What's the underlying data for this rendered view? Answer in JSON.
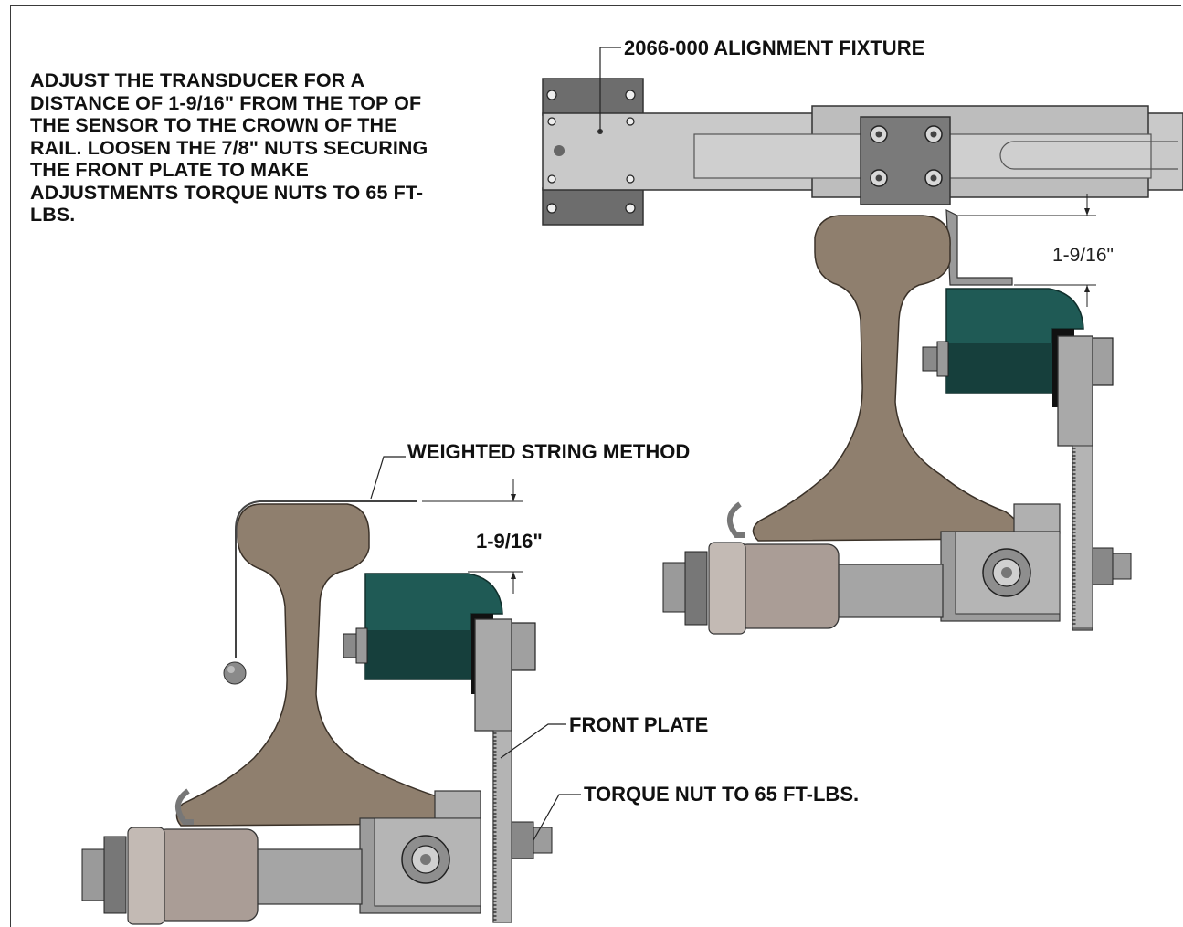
{
  "instructions": "ADJUST THE TRANSDUCER FOR A\nDISTANCE OF 1-9/16\" FROM THE TOP OF\nTHE SENSOR TO THE CROWN OF THE\nRAIL. LOOSEN THE 7/8\" NUTS SECURING\nTHE FRONT PLATE TO MAKE\nADJUSTMENTS TORQUE NUTS TO 65 FT-\nLBS.",
  "callouts": {
    "alignment_fixture": "2066-000 ALIGNMENT FIXTURE",
    "weighted_string": "WEIGHTED STRING METHOD",
    "front_plate": "FRONT PLATE",
    "torque_nut": "TORQUE NUT TO 65 FT-LBS."
  },
  "dimensions": {
    "fixture_gap": "1-9/16\"",
    "string_gap": "1-9/16\""
  },
  "colors": {
    "rail": "#8f7f6e",
    "sensor": "#1f5a55",
    "steel": "#a9a9a9",
    "fixture": "#c9c9c9",
    "fixture_dark": "#6d6d6d"
  }
}
